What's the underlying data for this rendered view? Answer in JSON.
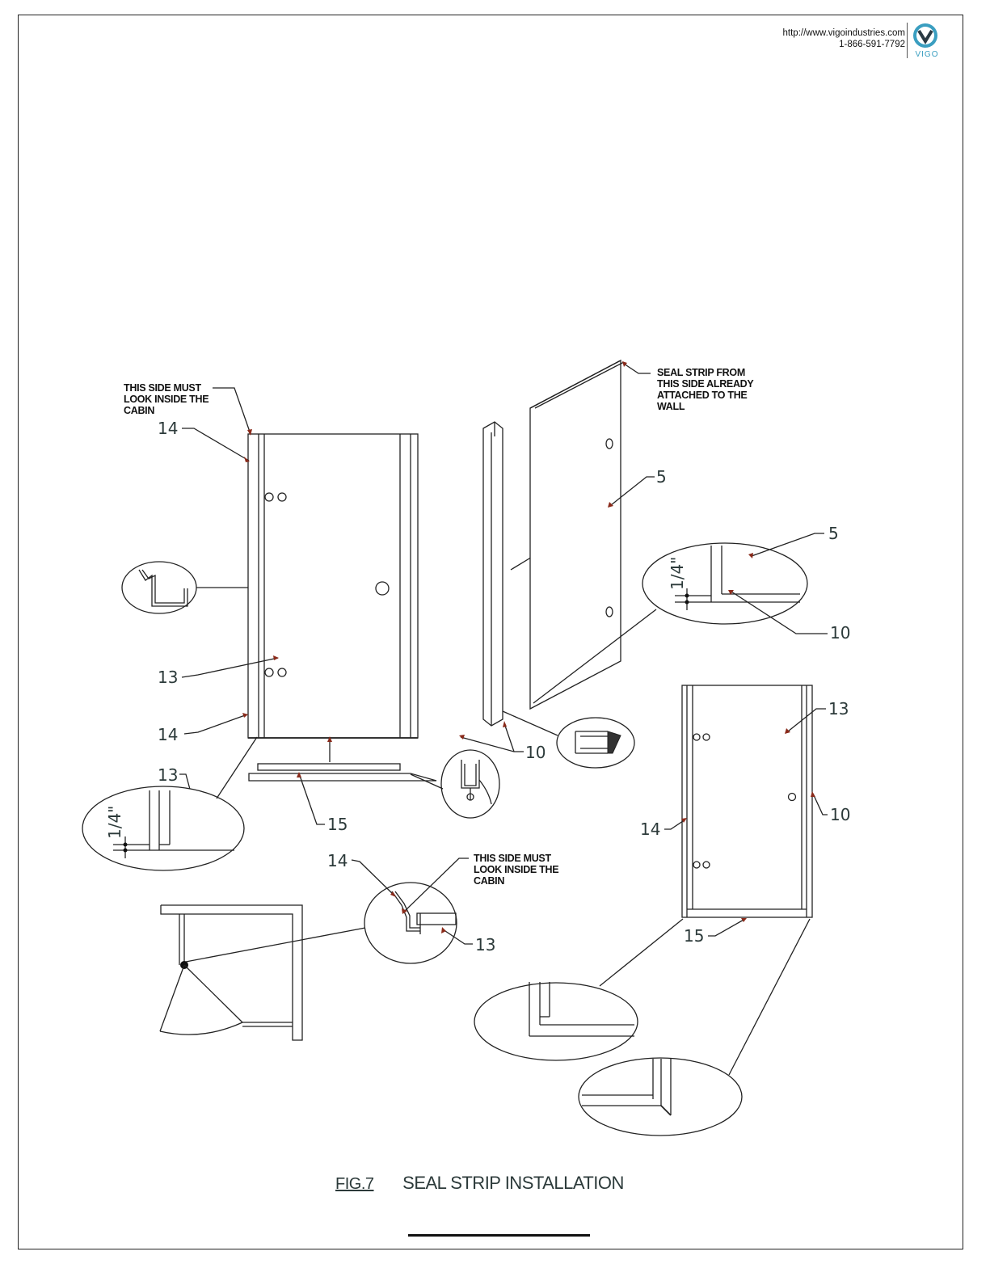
{
  "header": {
    "url": "http://www.vigoindustries.com",
    "phone": "1-866-591-7792",
    "logo_text": "VIGO",
    "brand_color": "#3a9ec0"
  },
  "notes": {
    "inside_top": [
      "THIS SIDE MUST",
      "LOOK INSIDE THE",
      "CABIN"
    ],
    "wall_seal": [
      "SEAL STRIP FROM",
      "THIS SIDE ALREADY",
      "ATTACHED TO THE",
      "WALL"
    ],
    "inside_bottom": [
      "THIS SIDE MUST",
      "LOOK INSIDE THE",
      "CABIN"
    ]
  },
  "callouts": {
    "part_14": "14",
    "part_13": "13",
    "part_15": "15",
    "part_10": "10",
    "part_5": "5",
    "dim_quarter": "1/4\""
  },
  "caption": {
    "fig": "FIG.7",
    "title": "SEAL STRIP INSTALLATION"
  }
}
